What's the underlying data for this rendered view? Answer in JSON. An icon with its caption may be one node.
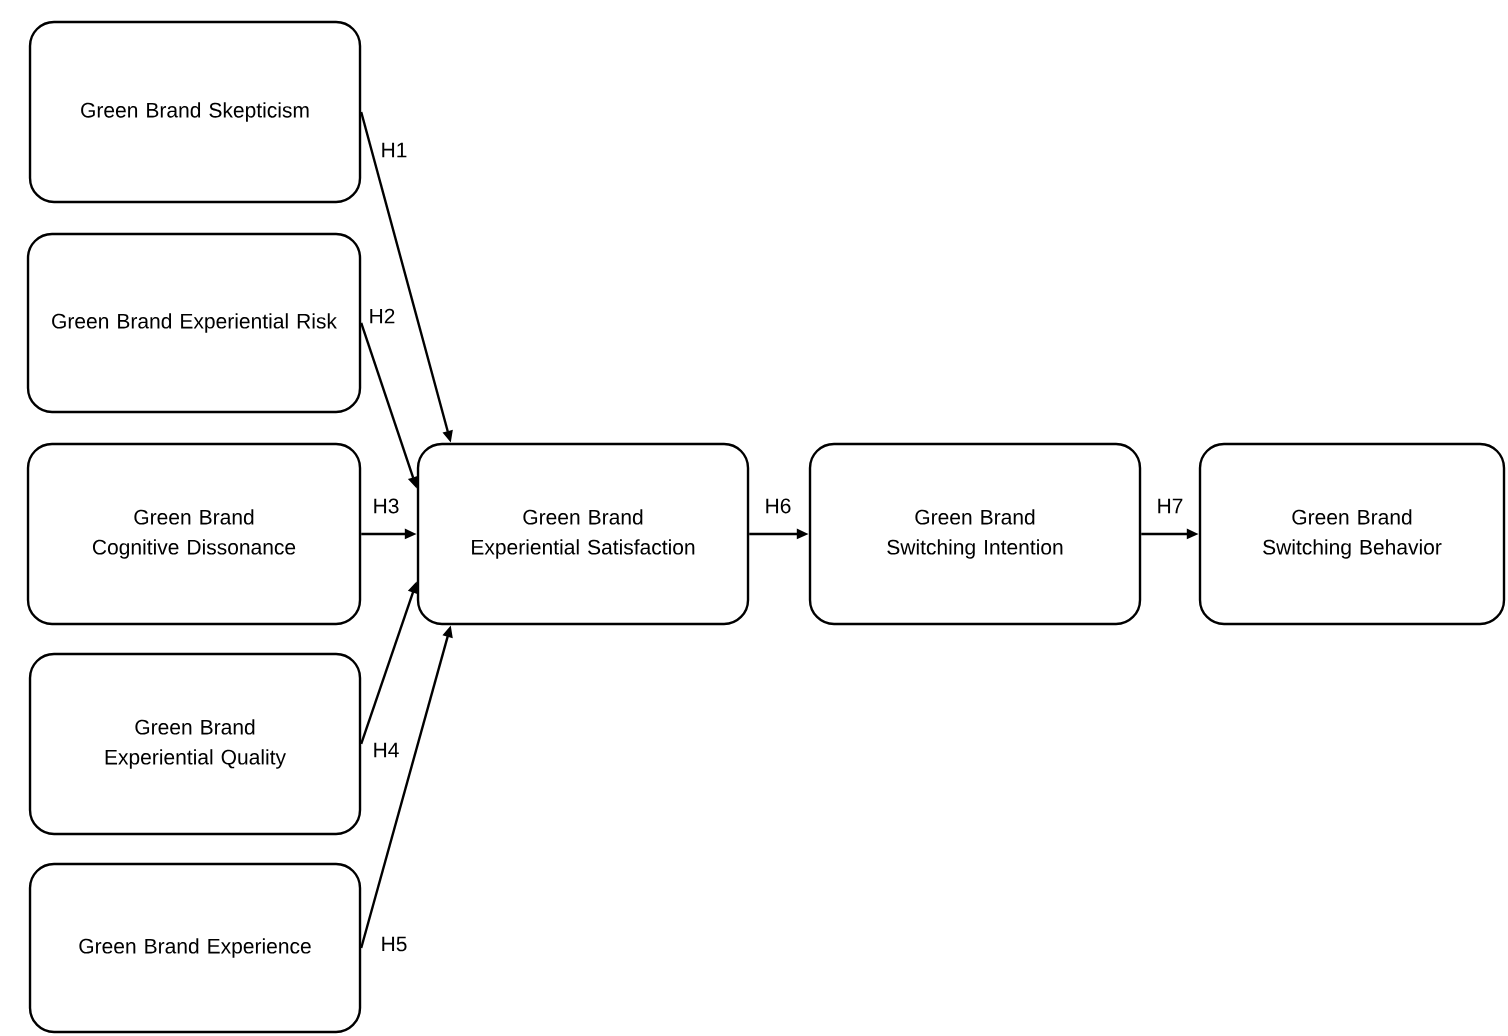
{
  "diagram": {
    "nodes": [
      {
        "text": [
          "Green Brand Skepticism"
        ]
      },
      {
        "text": [
          "Green Brand Experiential Risk"
        ]
      },
      {
        "text": [
          "Green Brand Cognitive Dissonance"
        ]
      },
      {
        "text": [
          "Green Brand Experiential Quality"
        ]
      },
      {
        "text": [
          "Green Brand Experience"
        ]
      },
      {
        "text": [
          "Green Brand Experiential Satisfaction"
        ]
      },
      {
        "text": [
          "Green Brand Switching Intention"
        ]
      },
      {
        "text": [
          "Green Brand Switching Behavior"
        ]
      }
    ],
    "edges": [
      {
        "from": 0,
        "to": 5,
        "arrow": "to",
        "label": "H1"
      },
      {
        "from": 1,
        "to": 5,
        "arrow": "to",
        "label": "H2"
      },
      {
        "from": 2,
        "to": 5,
        "arrow": "to",
        "label": "H3"
      },
      {
        "from": 3,
        "to": 5,
        "arrow": "to",
        "label": "H4"
      },
      {
        "from": 4,
        "to": 5,
        "arrow": "to",
        "label": "H5"
      },
      {
        "from": 5,
        "to": 6,
        "arrow": "to",
        "label": "H6"
      },
      {
        "from": 6,
        "to": 7,
        "arrow": "to",
        "label": "H7"
      }
    ]
  }
}
